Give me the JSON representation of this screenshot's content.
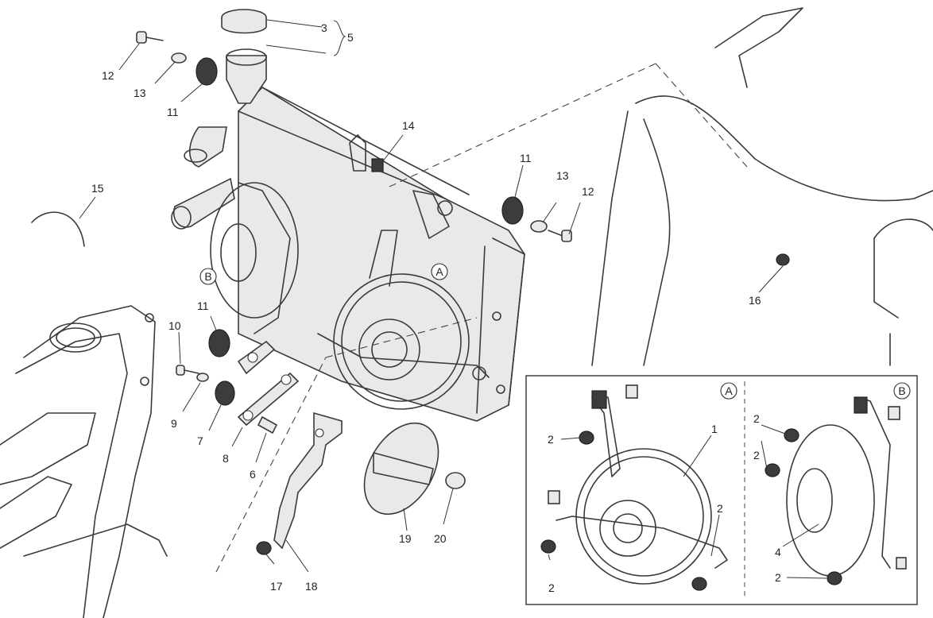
{
  "callouts": [
    {
      "id": "c3",
      "text": "3"
    },
    {
      "id": "c5",
      "text": "5"
    },
    {
      "id": "c12a",
      "text": "12"
    },
    {
      "id": "c13a",
      "text": "13"
    },
    {
      "id": "c11a",
      "text": "11"
    },
    {
      "id": "c14",
      "text": "14"
    },
    {
      "id": "c15",
      "text": "15"
    },
    {
      "id": "c11b",
      "text": "11"
    },
    {
      "id": "c13b",
      "text": "13"
    },
    {
      "id": "c12b",
      "text": "12"
    },
    {
      "id": "c16",
      "text": "16"
    },
    {
      "id": "c11c",
      "text": "11"
    },
    {
      "id": "c10",
      "text": "10"
    },
    {
      "id": "c9",
      "text": "9"
    },
    {
      "id": "c7",
      "text": "7"
    },
    {
      "id": "c8",
      "text": "8"
    },
    {
      "id": "c6",
      "text": "6"
    },
    {
      "id": "c17",
      "text": "17"
    },
    {
      "id": "c18",
      "text": "18"
    },
    {
      "id": "c19",
      "text": "19"
    },
    {
      "id": "c20",
      "text": "20"
    },
    {
      "id": "dA",
      "text": "2"
    },
    {
      "id": "dB",
      "text": "1"
    },
    {
      "id": "dC",
      "text": "2"
    },
    {
      "id": "dD",
      "text": "2"
    },
    {
      "id": "dE",
      "text": "2"
    },
    {
      "id": "dF",
      "text": "2"
    },
    {
      "id": "dG",
      "text": "4"
    },
    {
      "id": "dH",
      "text": "2"
    }
  ],
  "markers": {
    "A": "A",
    "B": "B"
  },
  "detail_panel": {
    "left_marker": "A",
    "right_marker": "B"
  }
}
